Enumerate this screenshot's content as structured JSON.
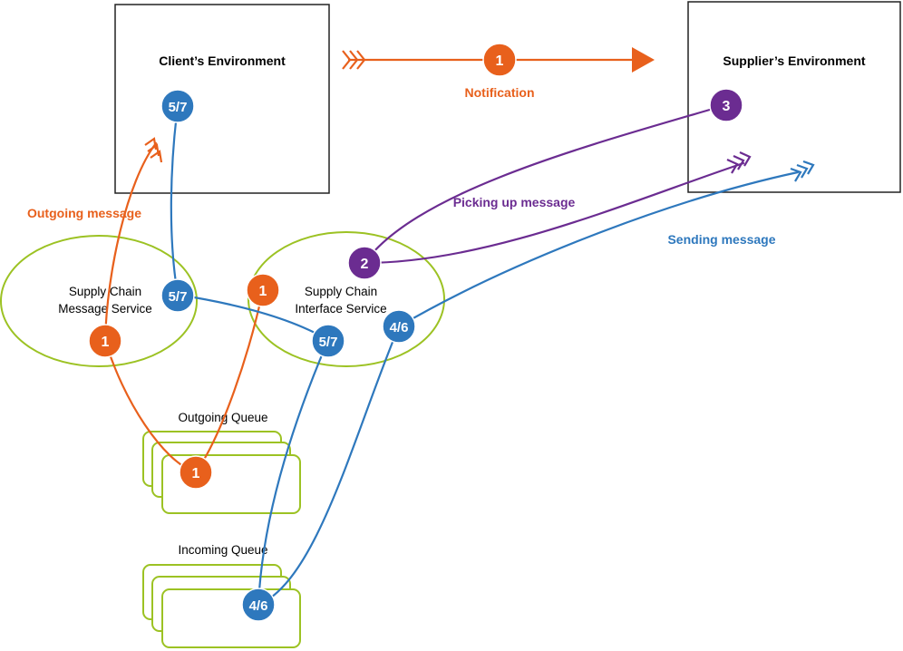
{
  "colors": {
    "orange": "#E8601C",
    "purple": "#6B2C91",
    "blue": "#2E78BD",
    "green": "#9CC223",
    "box_stroke": "#222222"
  },
  "environments": {
    "client": {
      "title": "Client’s Environment"
    },
    "supplier": {
      "title": "Supplier’s Environment"
    }
  },
  "services": {
    "message_service": {
      "line1": "Supply Chain",
      "line2": "Message Service"
    },
    "interface_service": {
      "line1": "Supply Chain",
      "line2": "Interface Service"
    }
  },
  "queues": {
    "outgoing": {
      "label": "Outgoing Queue"
    },
    "incoming": {
      "label": "Incoming Queue"
    }
  },
  "flows": {
    "notification": {
      "label": "Notification"
    },
    "outgoing_message": {
      "label": "Outgoing message"
    },
    "picking_up": {
      "label": "Picking up message"
    },
    "sending": {
      "label": "Sending message"
    }
  },
  "badges": {
    "notification": "1",
    "client_env": "5/7",
    "supplier_env": "3",
    "interface_pickup": "2",
    "message_service_orange": "1",
    "message_service_blue": "5/7",
    "interface_orange": "1",
    "interface_blue_left": "5/7",
    "interface_blue_right": "4/6",
    "outgoing_queue": "1",
    "incoming_queue": "4/6"
  }
}
